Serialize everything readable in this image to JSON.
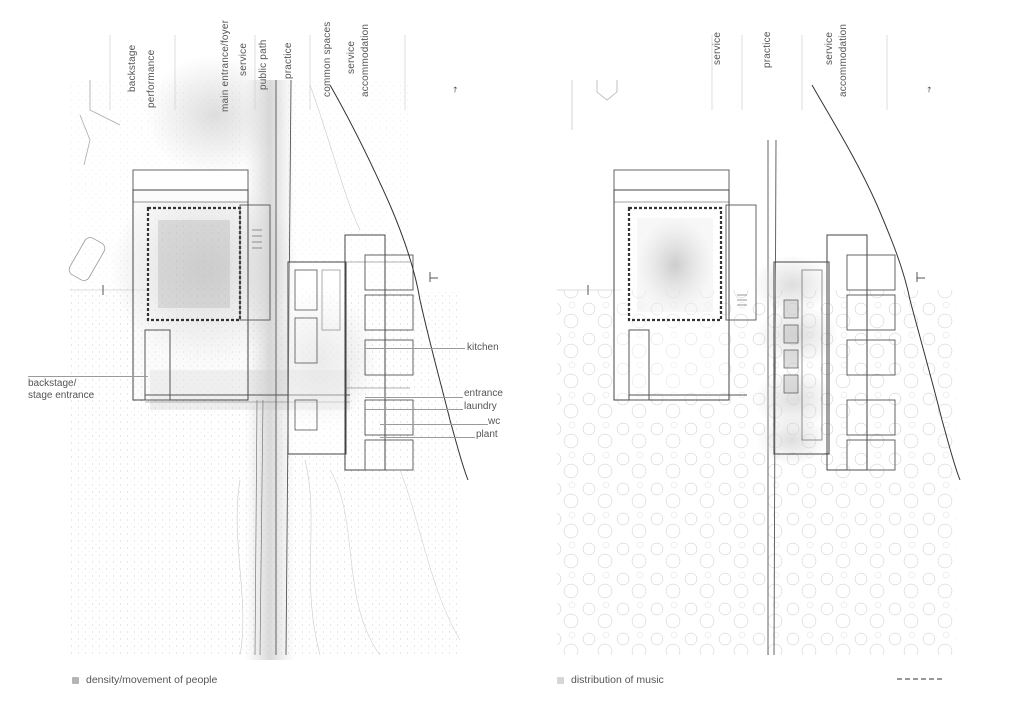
{
  "left_panel": {
    "zone_labels": [
      "backstage",
      "performance",
      "main entrance/foyer",
      "service",
      "public path",
      "practice",
      "common spaces",
      "service",
      "accommodation"
    ],
    "room_labels": [
      "kitchen",
      "entrance",
      "laundry",
      "wc",
      "plant"
    ],
    "backstage_label_line1": "backstage/",
    "backstage_label_line2": "stage entrance",
    "legend": "density/movement of people"
  },
  "right_panel": {
    "zone_labels": [
      "service",
      "practice",
      "service",
      "accommodation"
    ],
    "legend": "distribution of music"
  },
  "colors": {
    "people_density": "#b5b5b5",
    "music_distribution": "#d6d6d6"
  }
}
